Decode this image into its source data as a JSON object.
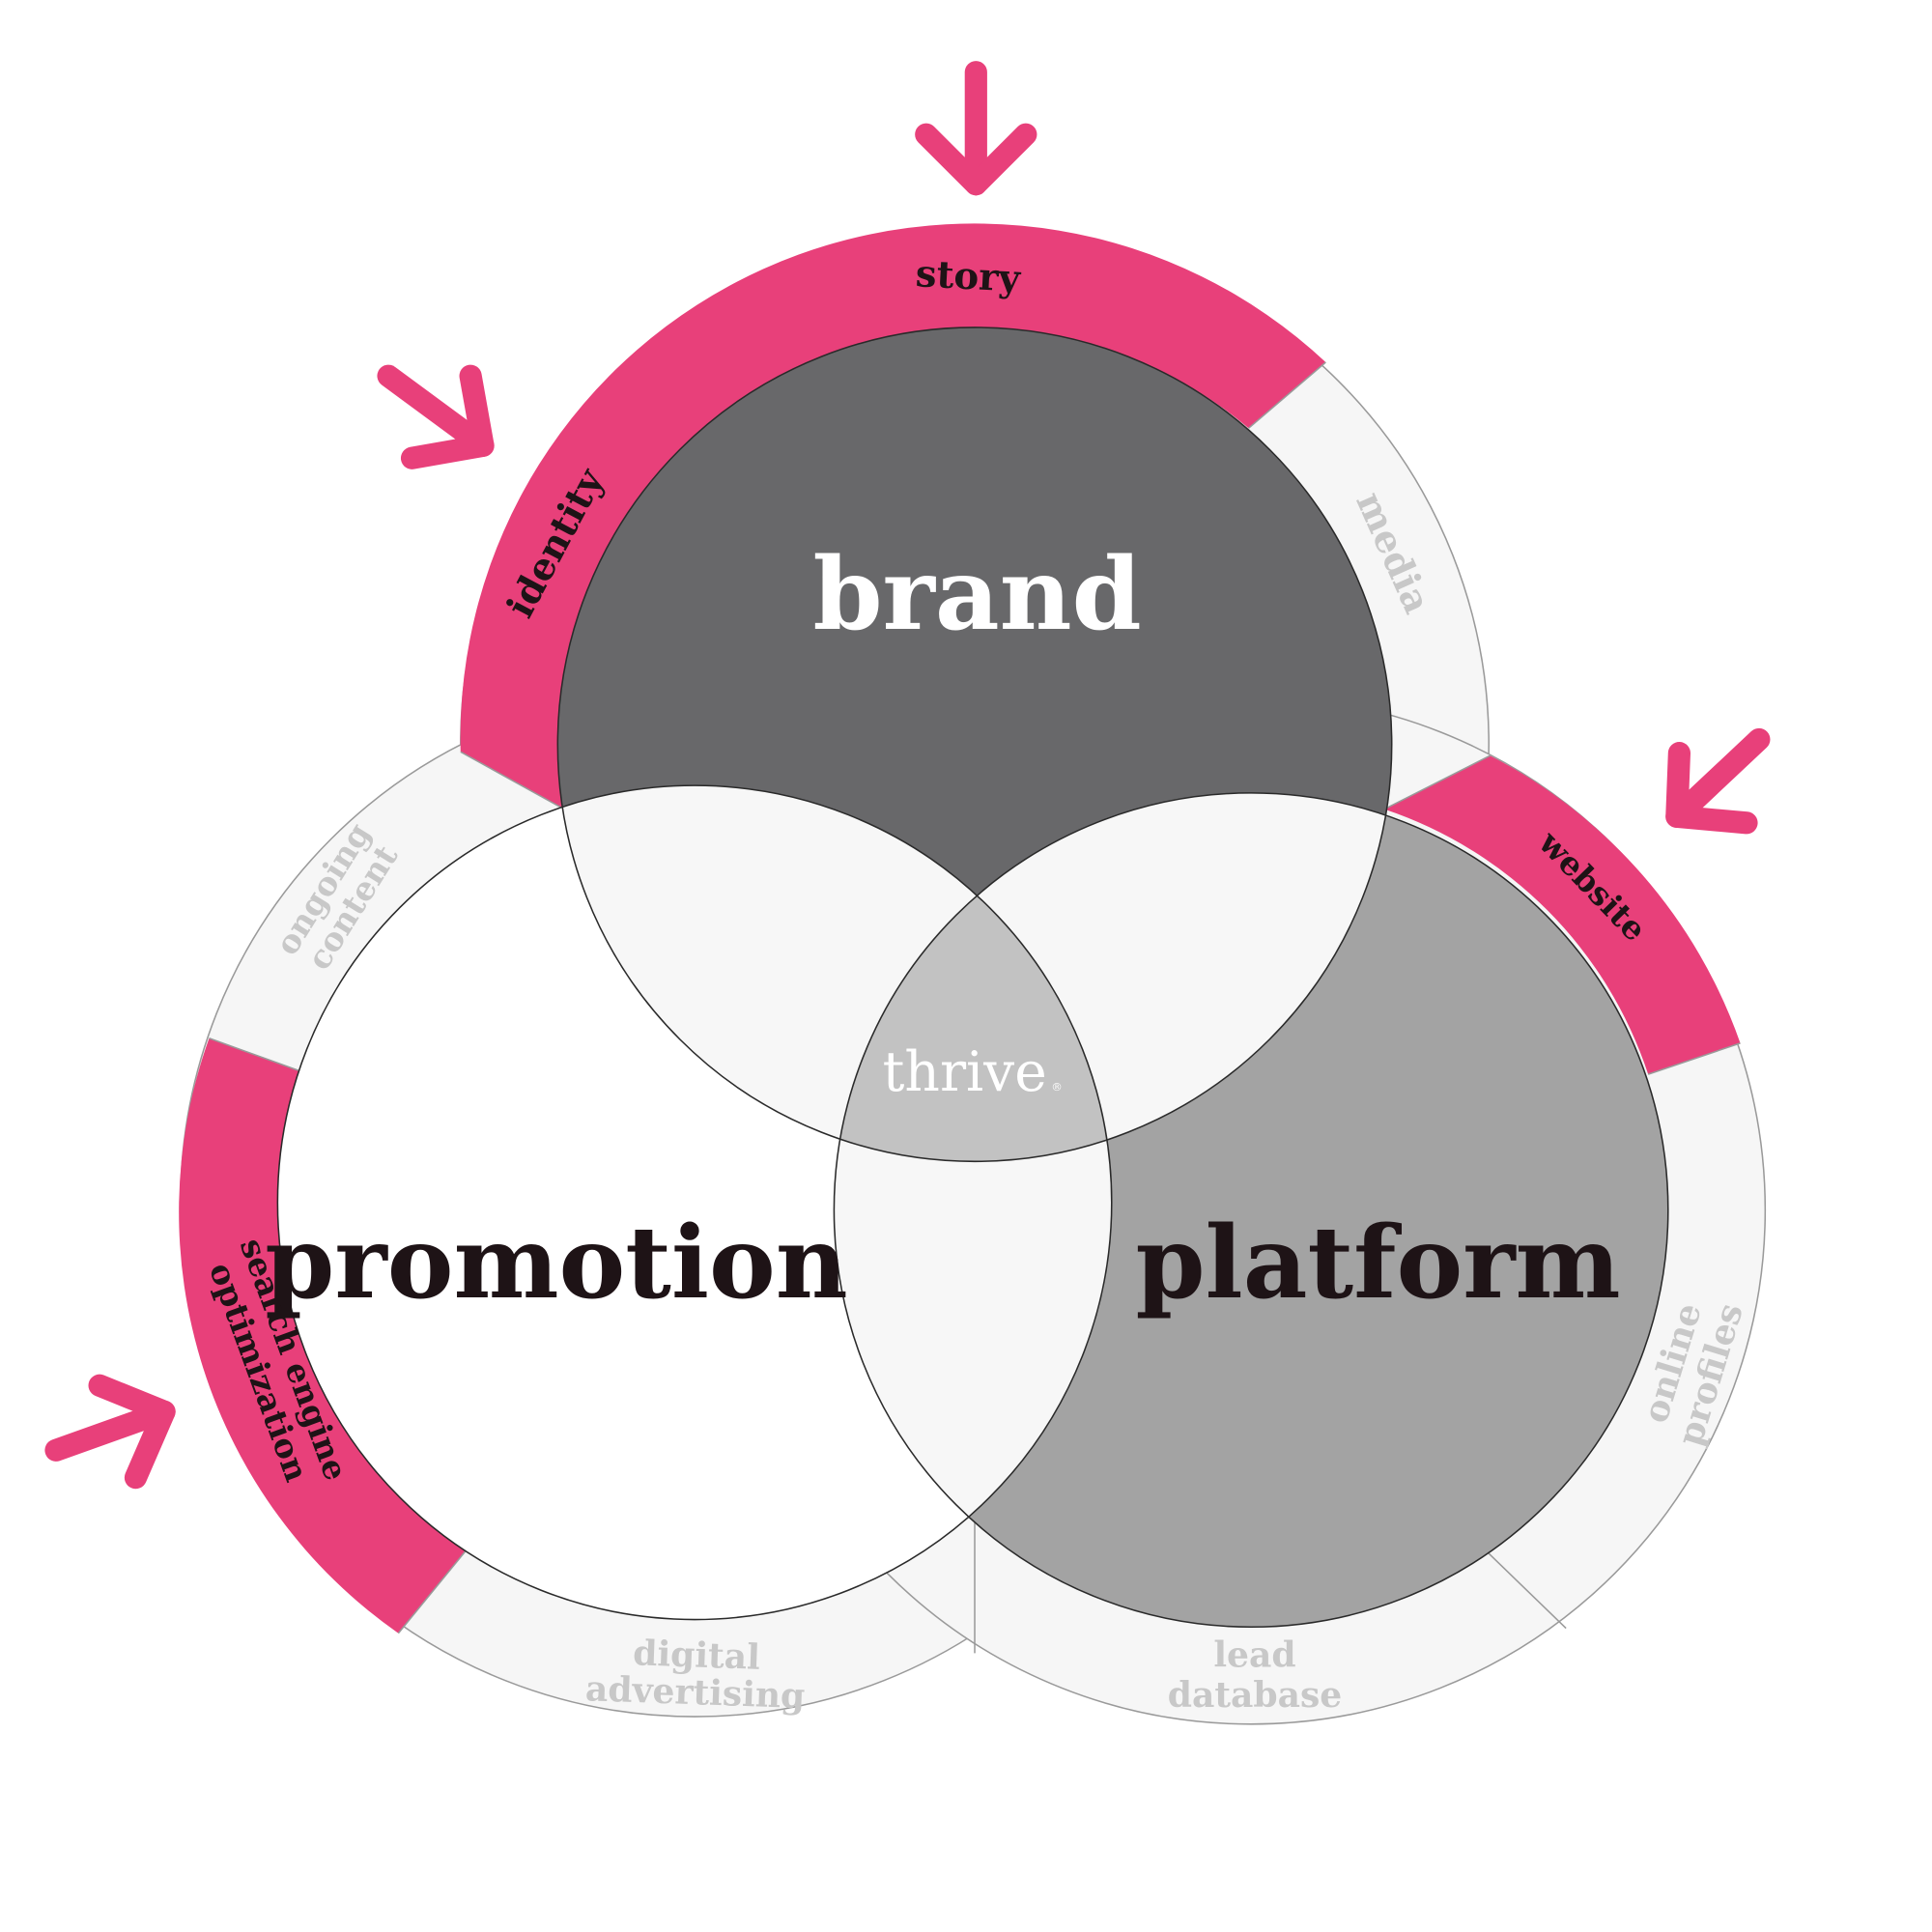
{
  "colors": {
    "accent": "#E8407A",
    "brand_fill": "#68686A",
    "platform_fill": "#A3A3A3",
    "promotion_fill": "#FFFFFF",
    "overlap_fill": "#F7F7F7",
    "center_fill": "#C2C2C2",
    "ring_light": "#F6F6F6",
    "muted_text": "#C8C8C8",
    "dark_text": "#1E1316"
  },
  "center": {
    "label": "thrive",
    "mark": "®"
  },
  "circles": {
    "brand": {
      "label": "brand"
    },
    "promotion": {
      "label": "promotion"
    },
    "platform": {
      "label": "platform"
    }
  },
  "ring_segments": {
    "story": {
      "label": "story",
      "highlighted": true
    },
    "identity": {
      "label": "identity",
      "highlighted": true
    },
    "media": {
      "label": "media",
      "highlighted": false
    },
    "ongoing_content": {
      "lines": [
        "ongoing",
        "content"
      ],
      "highlighted": false
    },
    "search_engine_optimization": {
      "lines": [
        "search engine",
        "optimization"
      ],
      "highlighted": true
    },
    "digital_advertising": {
      "lines": [
        "digital",
        "advertising"
      ],
      "highlighted": false
    },
    "website": {
      "label": "website",
      "highlighted": true
    },
    "online_profiles": {
      "lines": [
        "online",
        "profiles"
      ],
      "highlighted": false
    },
    "lead_database": {
      "lines": [
        "lead",
        "database"
      ],
      "highlighted": false
    }
  },
  "arrows": [
    "top-arrow-icon",
    "upper-left-arrow-icon",
    "right-arrow-icon",
    "lower-left-arrow-icon"
  ]
}
